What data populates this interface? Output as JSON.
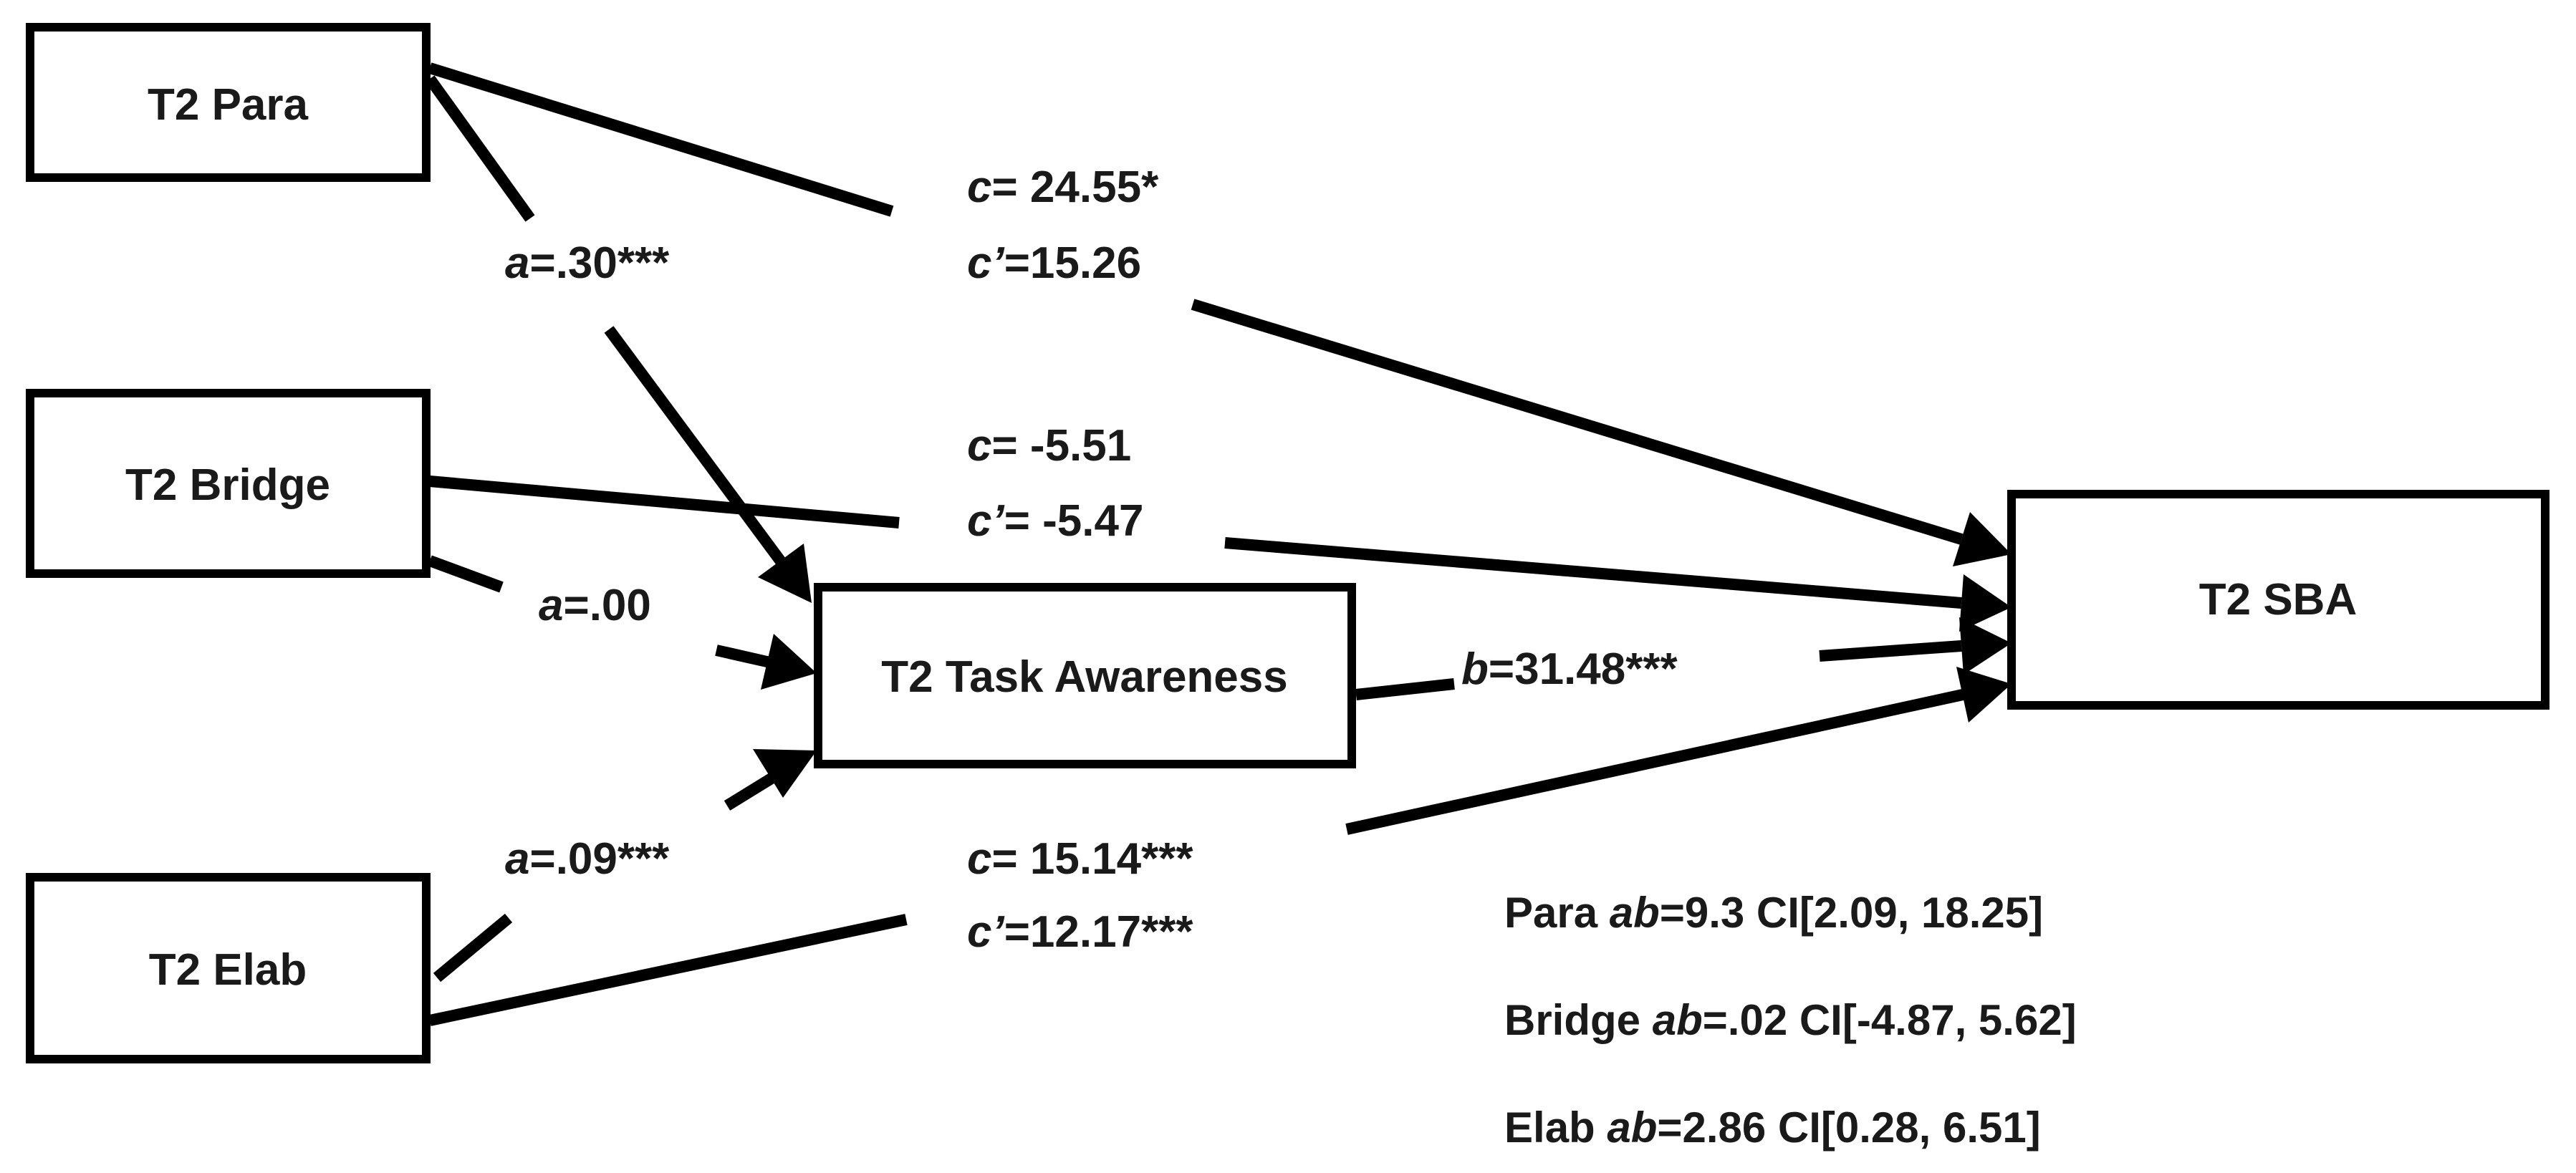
{
  "nodes": {
    "para": "T2 Para",
    "bridge": "T2 Bridge",
    "elab": "T2 Elab",
    "task": "T2 Task Awareness",
    "sba": "T2 SBA"
  },
  "paths": {
    "a_para": {
      "sym": "a",
      "val": "=.30***"
    },
    "a_bridge": {
      "sym": "a",
      "val": "=.00"
    },
    "a_elab": {
      "sym": "a",
      "val": "=.09***"
    },
    "b": {
      "sym": "b",
      "val": "=31.48***"
    },
    "c_para": {
      "sym": "c",
      "val": "= 24.55*"
    },
    "cp_para": {
      "sym": "c’",
      "val": "=15.26"
    },
    "c_bridge": {
      "sym": "c",
      "val": "= -5.51"
    },
    "cp_bridge": {
      "sym": "c’",
      "val": "= -5.47"
    },
    "c_elab": {
      "sym": "c",
      "val": "= 15.14***"
    },
    "cp_elab": {
      "sym": "c’",
      "val": "=12.17***"
    }
  },
  "indirect_effects": [
    {
      "prefix": "Para ",
      "sym": "ab",
      "val": "=9.3 CI[2.09, 18.25]"
    },
    {
      "prefix": "Bridge ",
      "sym": "ab",
      "val": "=.02 CI[-4.87,  5.62]"
    },
    {
      "prefix": "Elab ",
      "sym": "ab",
      "val": "=2.86  CI[0.28,  6.51]"
    }
  ],
  "colors": {
    "ink": "#000000",
    "text": "#1a1a1a",
    "background": "#ffffff"
  }
}
